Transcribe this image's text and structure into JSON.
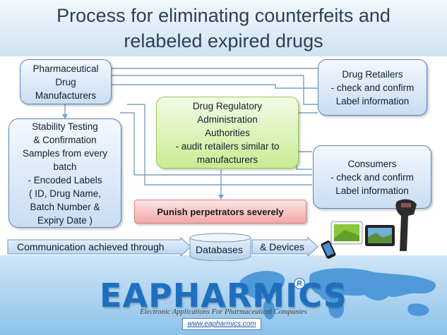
{
  "title": {
    "line1": "Process for eliminating counterfeits and",
    "line2": "relabeled expired drugs"
  },
  "nodes": {
    "manufacturers": [
      "Pharmaceutical",
      "Drug",
      "Manufacturers"
    ],
    "stability": [
      "Stability Testing",
      "& Confirmation",
      "Samples from every",
      "batch",
      "- Encoded Labels",
      "( ID, Drug Name,",
      "Batch Number &",
      "Expiry Date )"
    ],
    "regulatory": [
      "Drug Regulatory",
      "Administration",
      "Authorities",
      "- audit retailers similar to",
      "manufacturers"
    ],
    "retailers": [
      "Drug Retailers",
      "- check and confirm",
      "Label information"
    ],
    "consumers": [
      "Consumers",
      "- check and confirm",
      "Label information"
    ],
    "punish": "Punish perpetrators severely"
  },
  "communication": {
    "prefix": "Communication achieved through",
    "databases": "Databases",
    "suffix": "& Devices"
  },
  "brand": {
    "logo": "EAPHARMICS",
    "registered": "R",
    "tagline": "Electronic Applications For Pharmaceutical Companies",
    "url": "www.eapharmics.com"
  },
  "colors": {
    "title": "#2b3f57",
    "blue_box_border": "#5b84b7",
    "green_box_fill": "#c9ec92",
    "pink_box_fill": "#f3a7a7",
    "logo": "#1f6fc0"
  },
  "icons": [
    "tablet-icon",
    "tablet-photo-icon",
    "smartphone-icon",
    "barcode-scanner-icon",
    "world-map-icon"
  ]
}
